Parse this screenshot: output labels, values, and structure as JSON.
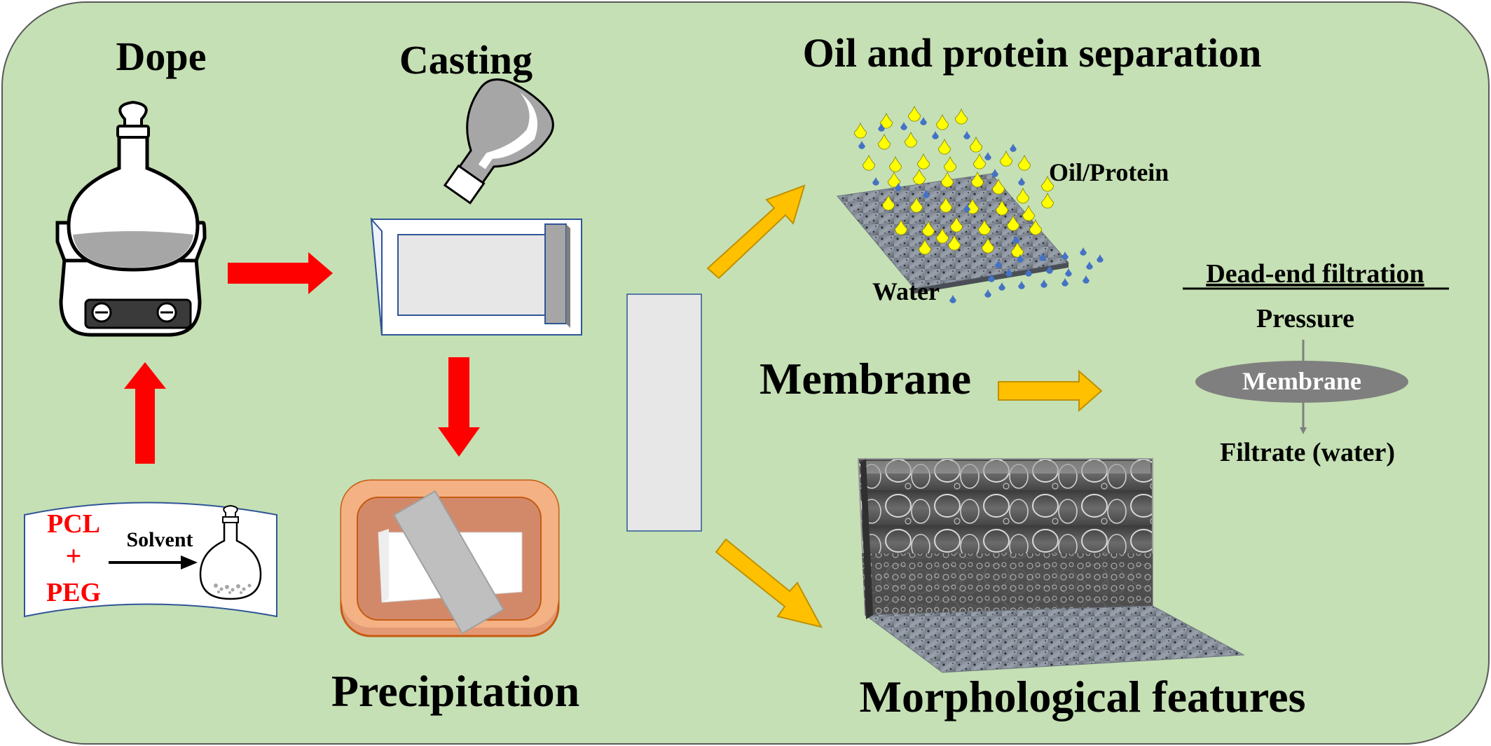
{
  "labels": {
    "dope": "Dope",
    "casting": "Casting",
    "precipitation": "Precipitation",
    "oil_protein_separation": "Oil and protein separation",
    "oil_protein": "Oil/Protein",
    "water": "Water",
    "membrane_main": "Membrane",
    "morphological_features": "Morphological features",
    "dead_end_filtration": "Dead-end filtration",
    "pressure": "Pressure",
    "membrane_ellipse": "Membrane",
    "filtrate": "Filtrate (water)",
    "pcl": "PCL",
    "plus": "+",
    "peg": "PEG",
    "solvent": "Solvent"
  },
  "colors": {
    "background": "#c5e0b4",
    "red_arrow": "#ff0000",
    "orange_arrow": "#ffc000",
    "oil_drop": "#ffff00",
    "water_drop": "#4472c4",
    "tray_outer": "#d2896a",
    "membrane_ellipse": "#7f7f7f",
    "label_red": "#ff0000"
  }
}
